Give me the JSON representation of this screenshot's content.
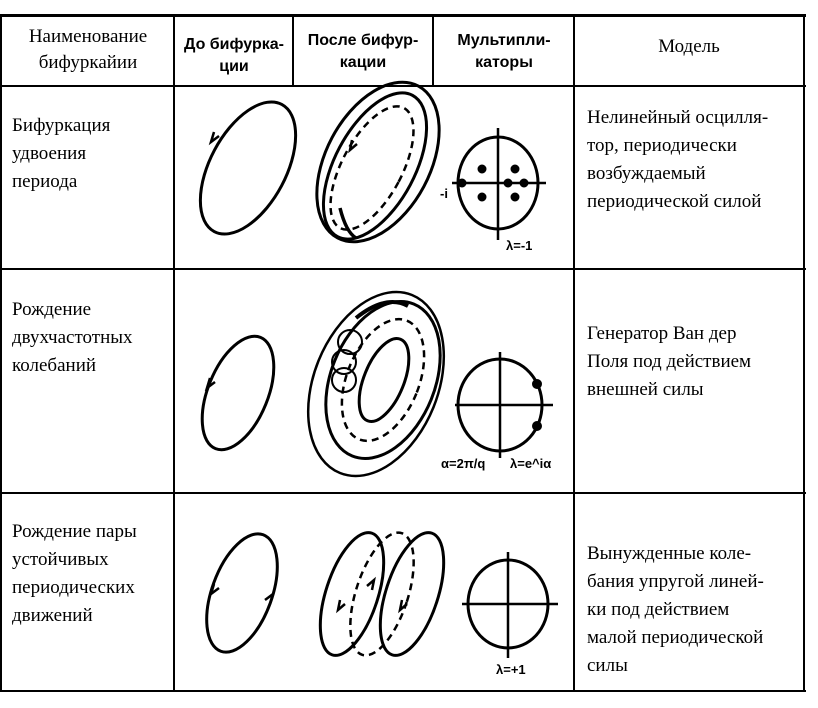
{
  "headers": {
    "name": "Наименование\nбифуркайии",
    "before": "До бифурка-\nции",
    "after": "После бифур-\nкации",
    "multipliers": "Мультипли-\nкаторы",
    "model": "Модель"
  },
  "rows": [
    {
      "name": "Бифуркация\nудвоения\nпериода",
      "model": "Нелинейный осцилля-\nтор, периодически\nвозбуждаемый\nпериодической силой",
      "mult_left": "-i",
      "mult_bottom": "λ=-1"
    },
    {
      "name": "Рождение\nдвухчастотных\nколебаний",
      "model": "Генератор Ван дер\nПоля под действием\nвнешней силы",
      "mult_left": "α=2π/q",
      "mult_bottom": "λ=e^iα"
    },
    {
      "name": "Рождение пары\nустойчивых\nпериодических\nдвижений",
      "model": "Вынужденные коле-\nбания упругой линей-\nки под действием\nмалой периодической\nсилы",
      "mult_bottom": "λ=+1"
    }
  ]
}
